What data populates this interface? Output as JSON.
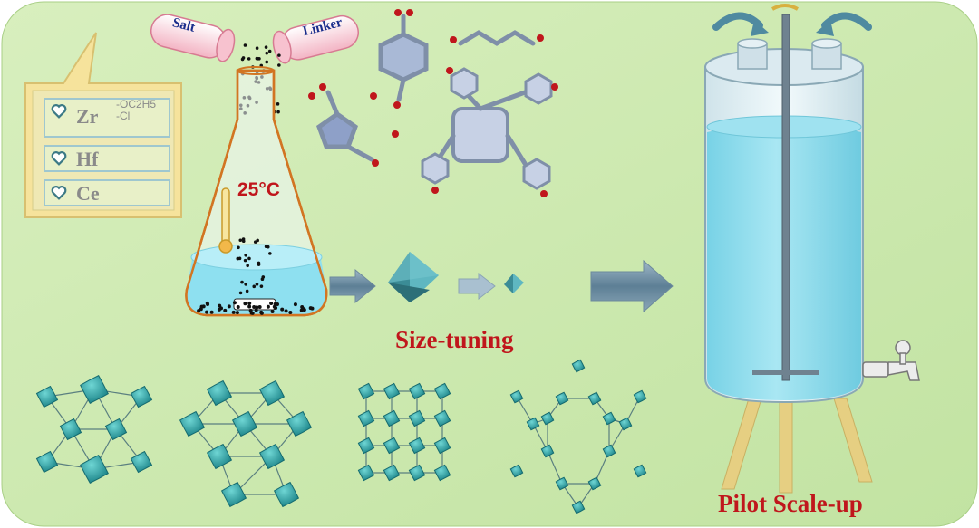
{
  "reagents": {
    "salt_label": "Salt",
    "linker_label": "Linker"
  },
  "metals": [
    {
      "symbol": "Zr",
      "ligand_1": "-OC2H5",
      "ligand_2": "-Cl"
    },
    {
      "symbol": "Hf"
    },
    {
      "symbol": "Ce"
    }
  ],
  "conditions": {
    "temperature": "25°C"
  },
  "steps": {
    "size_tuning": "Size-tuning",
    "pilot_scale_up": "Pilot Scale-up"
  },
  "colors": {
    "background": "#c8e6a6",
    "accent_red": "#c0161c",
    "label_blue": "#1a2e8c",
    "water": "#7fd8ea",
    "mof_cluster": "#2aa6a8"
  },
  "icons": [
    "heart-icon",
    "thermometer-icon",
    "faucet-icon",
    "arrow-icon",
    "octahedron-icon",
    "stirrer-icon"
  ]
}
